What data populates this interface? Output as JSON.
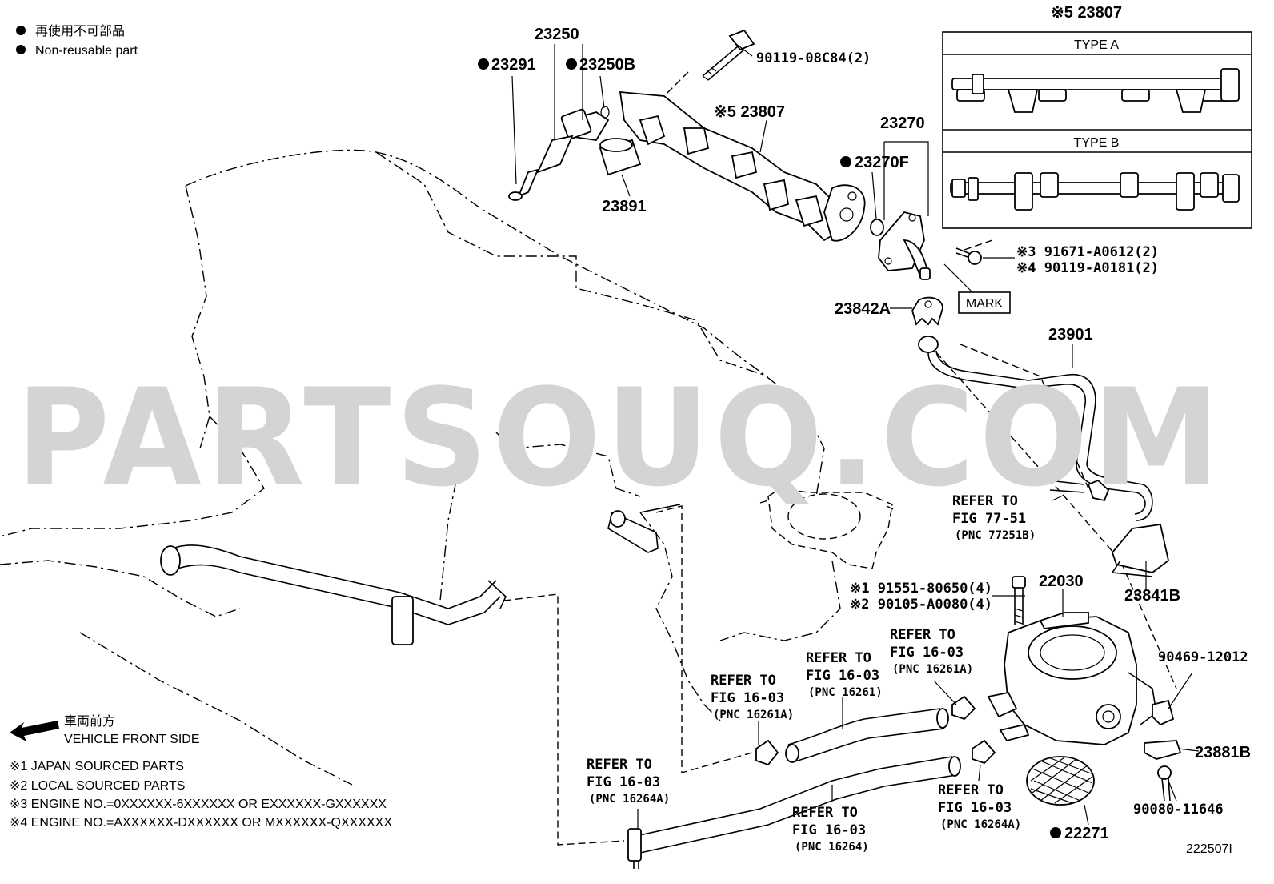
{
  "legend": {
    "non_reusable_jp": "再使用不可部品",
    "non_reusable_en": "Non-reusable part"
  },
  "front": {
    "jp": "車両前方",
    "en": "VEHICLE FRONT SIDE"
  },
  "notes": [
    "※1 JAPAN SOURCED PARTS",
    "※2 LOCAL SOURCED PARTS",
    "※3 ENGINE NO.=0XXXXXX-6XXXXXX OR EXXXXXX-GXXXXXX",
    "※4 ENGINE NO.=AXXXXXX-DXXXXXX OR MXXXXXX-QXXXXXX"
  ],
  "watermark": "PARTSOUQ.COM",
  "diagram_id": "222507I",
  "type_box": {
    "part": "※5 23807",
    "type_a": "TYPE A",
    "type_b": "TYPE B"
  },
  "mark_label": "MARK",
  "parts": {
    "p23250": "23250",
    "p23291": "23291",
    "p23250b": "23250B",
    "p90119_08c84": "90119-08C84(2)",
    "p23807": "※5 23807",
    "p23891": "23891",
    "p23270": "23270",
    "p23270f": "23270F",
    "p91671": "※3 91671-A0612(2)",
    "p90119_a0181": "※4 90119-A0181(2)",
    "p23842a": "23842A",
    "p23901": "23901",
    "p23841b": "23841B",
    "p91551": "※1 91551-80650(4)",
    "p90105": "※2 90105-A0080(4)",
    "p22030": "22030",
    "p90469": "90469-12012",
    "p23881b": "23881B",
    "p90080": "90080-11646",
    "p22271": "22271"
  },
  "refs": [
    {
      "refer": "REFER TO",
      "fig": "FIG 77-51",
      "pnc": "(PNC 77251B)"
    },
    {
      "refer": "REFER TO",
      "fig": "FIG 16-03",
      "pnc": "(PNC 16261A)"
    },
    {
      "refer": "REFER TO",
      "fig": "FIG 16-03",
      "pnc": "(PNC 16261)"
    },
    {
      "refer": "REFER TO",
      "fig": "FIG 16-03",
      "pnc": "(PNC 16261A)"
    },
    {
      "refer": "REFER TO",
      "fig": "FIG 16-03",
      "pnc": "(PNC 16264A)"
    },
    {
      "refer": "REFER TO",
      "fig": "FIG 16-03",
      "pnc": "(PNC 16264)"
    },
    {
      "refer": "REFER TO",
      "fig": "FIG 16-03",
      "pnc": "(PNC 16264A)"
    }
  ]
}
